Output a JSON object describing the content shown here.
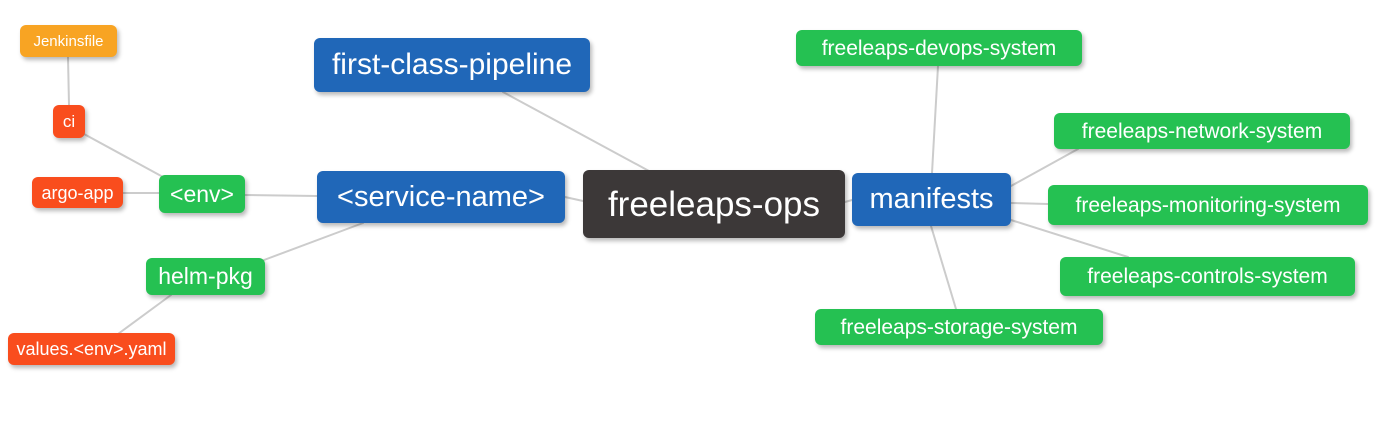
{
  "diagram": {
    "type": "mindmap",
    "root_id": "freeleaps_ops"
  },
  "palette": {
    "dark": "#3c3838",
    "blue": "#2067b8",
    "green": "#25c152",
    "red": "#f94d1d",
    "amber": "#f8a423",
    "edge": "#cccccc",
    "text": "#ffffff",
    "canvas": "#ffffff"
  },
  "nodes": {
    "jenkinsfile": {
      "label": "Jenkinsfile",
      "color": "amber"
    },
    "ci": {
      "label": "ci",
      "color": "red"
    },
    "argo_app": {
      "label": "argo-app",
      "color": "red"
    },
    "env": {
      "label": "<env>",
      "color": "green"
    },
    "helm_pkg": {
      "label": "helm-pkg",
      "color": "green"
    },
    "values_env_yaml": {
      "label": "values.<env>.yaml",
      "color": "red"
    },
    "first_class_pipeline": {
      "label": "first-class-pipeline",
      "color": "blue"
    },
    "service_name": {
      "label": "<service-name>",
      "color": "blue"
    },
    "freeleaps_ops": {
      "label": "freeleaps-ops",
      "color": "dark"
    },
    "manifests": {
      "label": "manifests",
      "color": "blue"
    },
    "devops_system": {
      "label": "freeleaps-devops-system",
      "color": "green"
    },
    "network_system": {
      "label": "freeleaps-network-system",
      "color": "green"
    },
    "monitoring_system": {
      "label": "freeleaps-monitoring-system",
      "color": "green"
    },
    "controls_system": {
      "label": "freeleaps-controls-system",
      "color": "green"
    },
    "storage_system": {
      "label": "freeleaps-storage-system",
      "color": "green"
    }
  },
  "edges": [
    {
      "from": "ci",
      "to": "jenkinsfile"
    },
    {
      "from": "env",
      "to": "ci"
    },
    {
      "from": "env",
      "to": "argo_app"
    },
    {
      "from": "service_name",
      "to": "env"
    },
    {
      "from": "service_name",
      "to": "helm_pkg"
    },
    {
      "from": "helm_pkg",
      "to": "values_env_yaml"
    },
    {
      "from": "freeleaps_ops",
      "to": "first_class_pipeline"
    },
    {
      "from": "freeleaps_ops",
      "to": "service_name"
    },
    {
      "from": "freeleaps_ops",
      "to": "manifests"
    },
    {
      "from": "manifests",
      "to": "devops_system"
    },
    {
      "from": "manifests",
      "to": "network_system"
    },
    {
      "from": "manifests",
      "to": "monitoring_system"
    },
    {
      "from": "manifests",
      "to": "controls_system"
    },
    {
      "from": "manifests",
      "to": "storage_system"
    }
  ]
}
